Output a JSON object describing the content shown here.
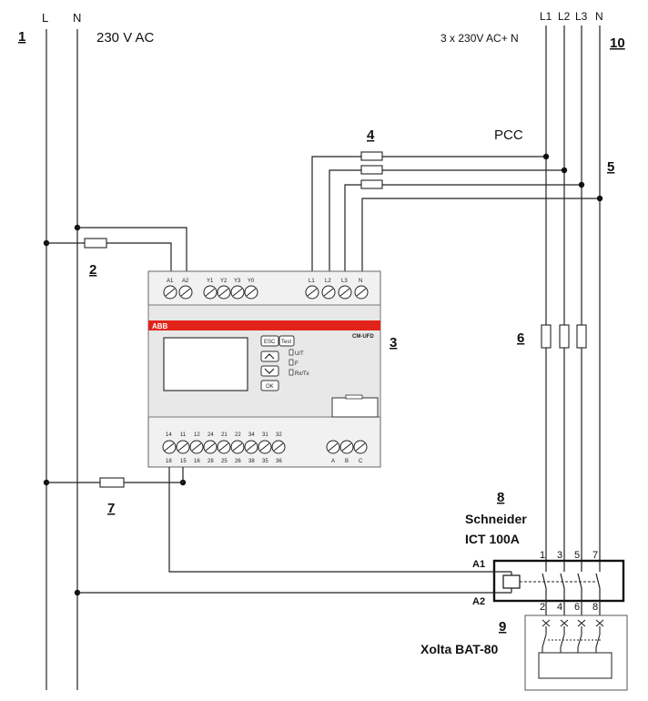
{
  "left_supply": {
    "L": "L",
    "N": "N",
    "voltage": "230 V AC",
    "number": "1"
  },
  "right_supply": {
    "L1": "L1",
    "L2": "L2",
    "L3": "L3",
    "N": "N",
    "voltage": "3 x 230V AC+ N",
    "number": "10"
  },
  "pcc": "PCC",
  "labels": {
    "n2": "2",
    "n3": "3",
    "n4": "4",
    "n5": "5",
    "n6": "6",
    "n7": "7",
    "n8": "8",
    "n9": "9"
  },
  "device": {
    "brand": "ABB",
    "model": "CM-UFD",
    "top_terminals": [
      "A1",
      "A2",
      "Y1",
      "Y2",
      "Y3",
      "Y0",
      "L1",
      "L2",
      "L3",
      "N"
    ],
    "bottom_top_row": [
      "14",
      "11",
      "12",
      "24",
      "21",
      "22",
      "34",
      "31",
      "32"
    ],
    "bottom_bottom_row": [
      "18",
      "15",
      "16",
      "28",
      "25",
      "26",
      "38",
      "35",
      "36"
    ],
    "bottom_right": [
      "A",
      "B",
      "C"
    ],
    "buttons": {
      "esc": "ESC",
      "test": "Test",
      "ok": "OK"
    },
    "leds": [
      "U/T",
      "F",
      "Rx/Tx"
    ]
  },
  "contactor": {
    "name": "Schneider",
    "model": "ICT 100A",
    "coil_a1": "A1",
    "coil_a2": "A2",
    "top_pins": [
      "1",
      "3",
      "5",
      "7"
    ],
    "bottom_pins": [
      "2",
      "4",
      "6",
      "8"
    ]
  },
  "battery": {
    "name": "Xolta BAT-80"
  }
}
